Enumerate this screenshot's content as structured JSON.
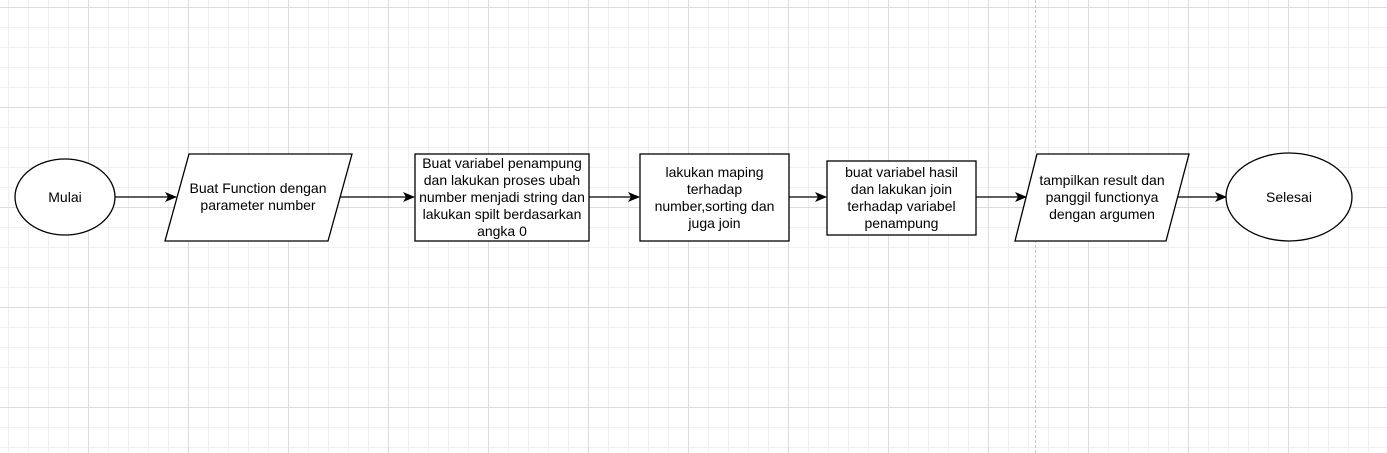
{
  "diagram": {
    "type": "flowchart",
    "nodes": [
      {
        "id": "start",
        "shape": "ellipse",
        "text": "Mulai"
      },
      {
        "id": "step1",
        "shape": "parallelogram",
        "text": "Buat Function dengan parameter number"
      },
      {
        "id": "step2",
        "shape": "rectangle",
        "text": "Buat variabel penampung dan lakukan proses ubah number menjadi string dan lakukan spilt berdasarkan angka 0"
      },
      {
        "id": "step3",
        "shape": "rectangle",
        "text": "lakukan maping terhadap number,sorting dan juga join"
      },
      {
        "id": "step4",
        "shape": "rectangle",
        "text": "buat variabel hasil dan lakukan join terhadap variabel penampung"
      },
      {
        "id": "step5",
        "shape": "parallelogram",
        "text": "tampilkan result dan panggil functionya dengan argumen"
      },
      {
        "id": "end",
        "shape": "ellipse",
        "text": "Selesai"
      }
    ],
    "edges": [
      {
        "from": "start",
        "to": "step1"
      },
      {
        "from": "step1",
        "to": "step2"
      },
      {
        "from": "step2",
        "to": "step3"
      },
      {
        "from": "step3",
        "to": "step4"
      },
      {
        "from": "step4",
        "to": "step5"
      },
      {
        "from": "step5",
        "to": "end"
      }
    ],
    "stroke_color": "#000000",
    "fill_color": "#ffffff"
  }
}
